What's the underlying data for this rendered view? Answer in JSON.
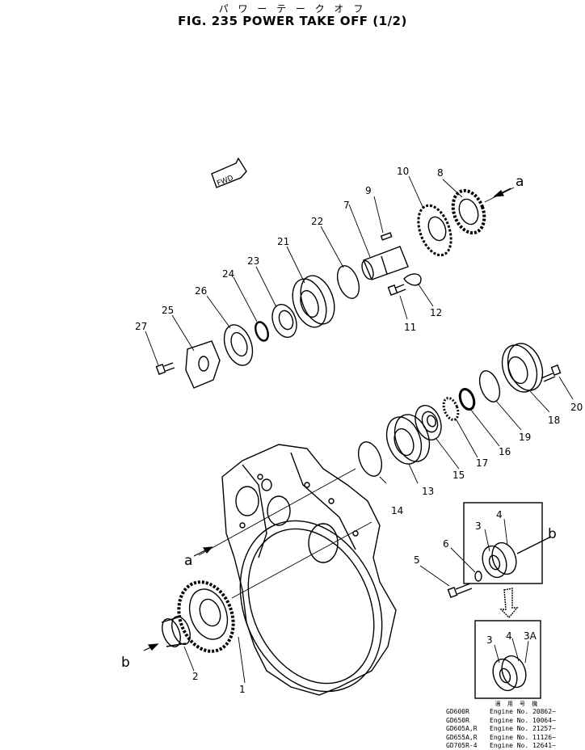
{
  "header": {
    "japanese_title": "パ ワ ー テ ー ク オ フ",
    "title": "FIG. 235  POWER TAKE OFF (1/2)"
  },
  "fwd_label": "FWD",
  "view_labels": {
    "a_top": "a",
    "a_left": "a",
    "b_right": "b",
    "b_left": "b"
  },
  "callouts": [
    "1",
    "2",
    "3",
    "4",
    "5",
    "6",
    "7",
    "8",
    "9",
    "10",
    "11",
    "12",
    "13",
    "14",
    "15",
    "16",
    "17",
    "18",
    "19",
    "20",
    "21",
    "22",
    "23",
    "24",
    "25",
    "26",
    "27"
  ],
  "inset_callouts": {
    "part3": "3",
    "part4": "4",
    "part3b": "3",
    "part4b": "4",
    "part3a": "3A"
  },
  "engine_table": {
    "header": "適 用 号 機",
    "rows": [
      {
        "model": "GD600R",
        "engine": "Engine No. 20862~"
      },
      {
        "model": "GD650R",
        "engine": "Engine No. 10064~"
      },
      {
        "model": "GD605A,R",
        "engine": "Engine No. 21257~"
      },
      {
        "model": "GD655A,R",
        "engine": "Engine No. 11126~"
      },
      {
        "model": "GD705R-4",
        "engine": "Engine No. 12641~"
      }
    ]
  }
}
